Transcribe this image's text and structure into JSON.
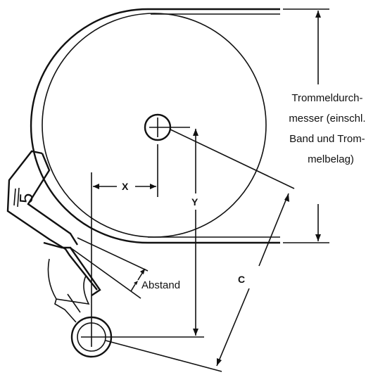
{
  "diagram": {
    "label_x": "X",
    "label_y": "Y",
    "label_c": "C",
    "label_abstand": "Abstand",
    "diameter_label_lines": [
      "Trommeldurch-",
      "messer (einschl.",
      "Band und Trom-",
      "melbelag)"
    ],
    "bracket_mark": "5"
  }
}
